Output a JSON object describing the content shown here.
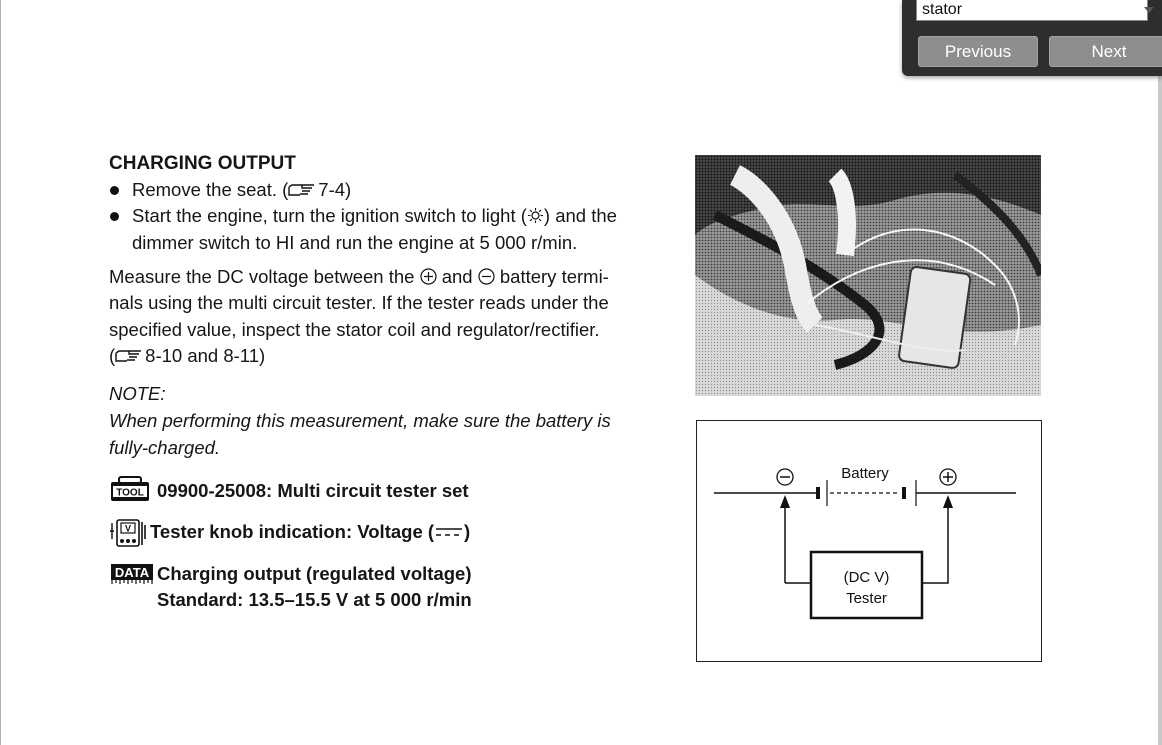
{
  "find_bar": {
    "query": "stator",
    "previous_label": "Previous",
    "next_label": "Next"
  },
  "doc": {
    "heading": "CHARGING OUTPUT",
    "bullet1_pre": "Remove the seat. (",
    "bullet1_ref": "7-4)",
    "bullet2_line1_pre": "Start the engine, turn the ignition switch to light (",
    "bullet2_line1_post": ") and the",
    "bullet2_line2": "dimmer switch to HI and run the engine at 5 000 r/min.",
    "para_line1_a": "Measure the DC voltage between the",
    "para_line1_b": "and",
    "para_line1_c": "battery termi-",
    "para_line2": "nals using the multi circuit tester. If the tester reads under the",
    "para_line3": "specified value, inspect the stator coil and regulator/rectifier.",
    "para_line4_pre": "(",
    "para_line4_ref": "8-10 and 8-11)",
    "note_label": "NOTE:",
    "note_line1": "When performing this measurement, make sure the battery is",
    "note_line2": "fully-charged.",
    "tool_icon_text": "TOOL",
    "tool_text": "09900-25008: Multi circuit tester set",
    "tester_icon_text": "V",
    "tester_text_pre": "Tester knob indication: Voltage (",
    "tester_text_post": ")",
    "data_icon_text": "DATA",
    "data_line1": "Charging output (regulated voltage)",
    "data_line2": "Standard: 13.5–15.5 V at 5 000 r/min"
  },
  "diagram": {
    "battery_label": "Battery",
    "tester_line1": "(DC V)",
    "tester_line2": "Tester"
  },
  "icons": {
    "reference": "pointing-hand-icon",
    "light": "light-symbol-icon",
    "plus": "plus-terminal-icon",
    "minus": "minus-terminal-icon",
    "tool": "tool-icon",
    "tester": "tester-icon",
    "data": "data-icon"
  }
}
